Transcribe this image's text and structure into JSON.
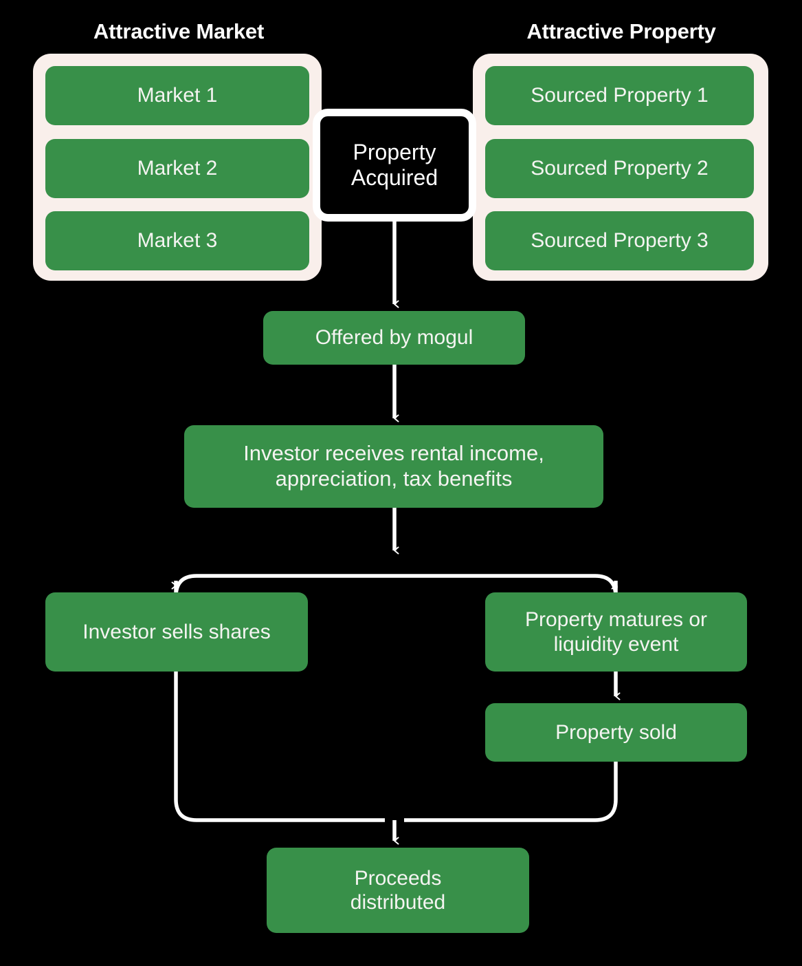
{
  "diagram": {
    "title": "Mogul property investment lifecycle flowchart",
    "background_color": "#000000",
    "node_color": "#389049",
    "group_color": "#f9efeb",
    "text_color": "#f4f4f1",
    "connector_color": "#ffffff",
    "accent_black": "#000000"
  },
  "groups": [
    {
      "key": "market",
      "title": "Attractive Market",
      "items": [
        {
          "label": "Market 1"
        },
        {
          "label": "Market 2"
        },
        {
          "label": "Market 3"
        }
      ]
    },
    {
      "key": "property",
      "title": "Attractive Property",
      "items": [
        {
          "label": "Sourced Property 1"
        },
        {
          "label": "Sourced Property 2"
        },
        {
          "label": "Sourced Property 3"
        }
      ]
    }
  ],
  "center_node": {
    "label": "Property\nAcquired",
    "line1": "Property",
    "line2": "Acquired"
  },
  "flow": {
    "offered": "Offered by mogul",
    "investor_receives_line1": "Investor receives rental income,",
    "investor_receives_line2": "appreciation, tax benefits",
    "sells_shares": "Investor sells shares",
    "matures_line1": "Property matures or",
    "matures_line2": "liquidity event",
    "property_sold": "Property sold",
    "proceeds_line1": "Proceeds",
    "proceeds_line2": "distributed"
  },
  "connectors": [
    {
      "name": "acquired-to-offered",
      "from": "Property Acquired",
      "to": "Offered by mogul"
    },
    {
      "name": "offered-to-receives",
      "from": "Offered by mogul",
      "to": "Investor receives rental income, appreciation, tax benefits"
    },
    {
      "name": "receives-split",
      "from": "Investor receives rental income, appreciation, tax benefits",
      "to": "Investor sells shares / Property matures or liquidity event"
    },
    {
      "name": "matures-to-sold",
      "from": "Property matures or liquidity event",
      "to": "Property sold"
    },
    {
      "name": "merge-to-proceeds",
      "from": "Investor sells shares + Property sold",
      "to": "Proceeds distributed"
    }
  ]
}
